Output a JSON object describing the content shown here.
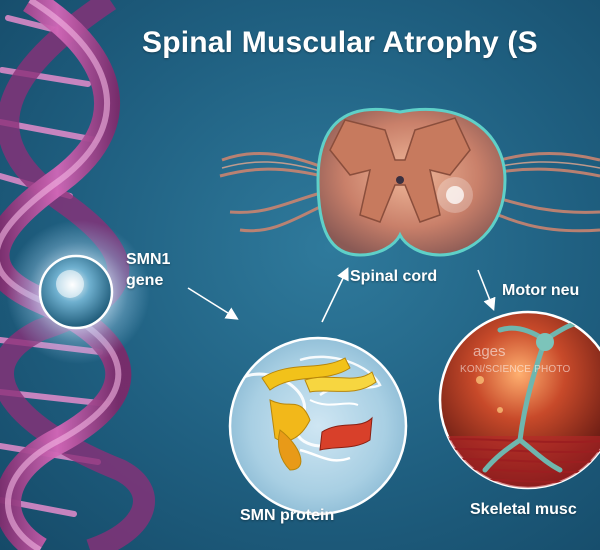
{
  "title": "Spinal Muscular Atrophy (S",
  "labels": {
    "smn1_line1": "SMN1",
    "smn1_line2": "gene",
    "spinal_cord": "Spinal cord",
    "motor_neuron": "Motor neu",
    "smn_protein": "SMN protein",
    "skeletal_muscle": "Skeletal musc"
  },
  "watermark": {
    "line1": "ages",
    "line2": "KON/SCIENCE PHOTO"
  },
  "colors": {
    "background": "#1f5f80",
    "dna_strand": "#c04a9a",
    "dna_rung": "#e08ac8",
    "gene_glow": "#e8f4ff",
    "spinal_cord": "#d08a6a",
    "spinal_cord_outline": "#5fd0c8",
    "protein_yellow": "#f2c21a",
    "protein_red": "#d8402a",
    "muscle_red": "#b8262a",
    "neuron_teal": "#5aa6a0"
  }
}
